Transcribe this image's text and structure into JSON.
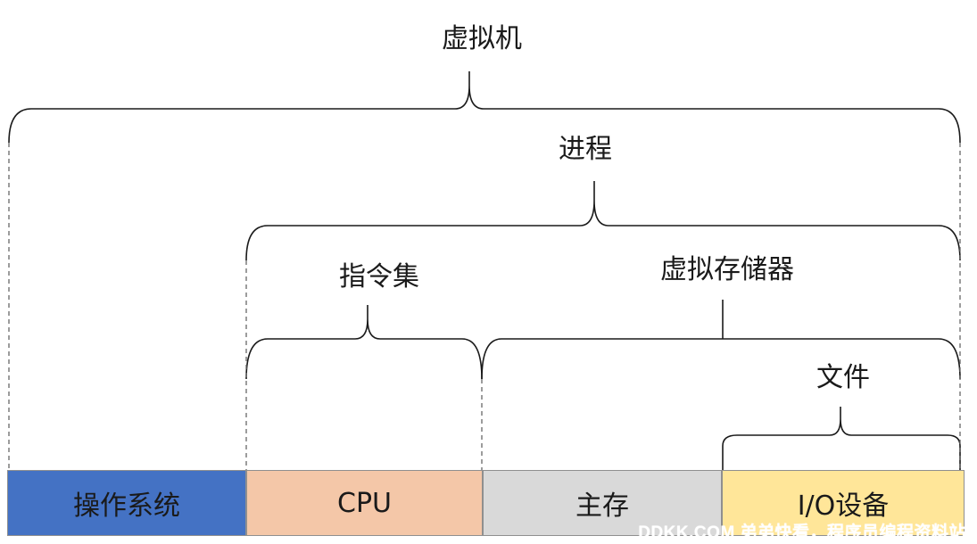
{
  "labels": {
    "vm": "虚拟机",
    "process": "进程",
    "isa": "指令集",
    "virtual_memory": "虚拟存储器",
    "file": "文件"
  },
  "blocks": [
    {
      "label": "操作系统",
      "color": "#4472c4"
    },
    {
      "label": "CPU",
      "color": "#f4c7a8"
    },
    {
      "label": "主存",
      "color": "#d9d9d9"
    },
    {
      "label": "I/O设备",
      "color": "#ffe699"
    }
  ],
  "watermark": "DDKK.COM 弟弟快看，程序员编程资料站"
}
